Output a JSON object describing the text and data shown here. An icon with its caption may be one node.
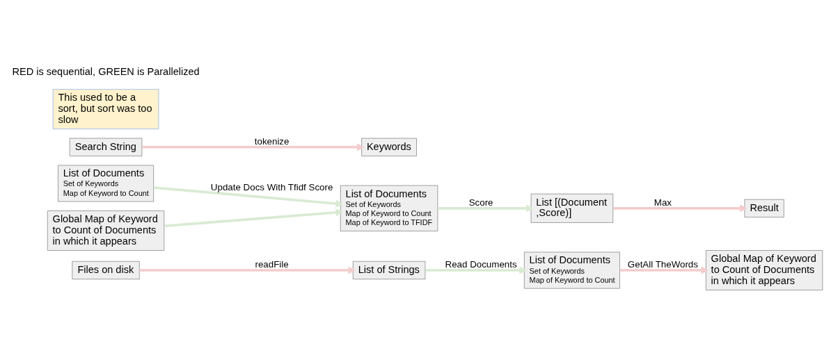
{
  "diagram": {
    "nodes": [
      {
        "text": [
          "Files on disk"
        ]
      },
      {
        "text": [
          "List of Strings"
        ]
      },
      {
        "text": [
          "List of Documents",
          "Set of Keywords",
          "Map of Keyword to Count"
        ]
      },
      {
        "text": [
          "Global Map of Keyword to Count of Documents in which it appears"
        ]
      },
      {
        "text": [
          "List of Documents",
          "Set of Keywords",
          "Map of Keyword to Count"
        ]
      },
      {
        "text": [
          "Global Map of Keyword to Count of Documents in which it appears"
        ]
      },
      {
        "text": [
          "List of Documents",
          "Set of Keywords",
          "Map of Keyword to Count",
          "Map of Keyword to TFIDF"
        ]
      },
      {
        "text": [
          "Search String"
        ]
      },
      {
        "text": [
          "Keywords"
        ]
      },
      {
        "text": [
          "List [(Document ,Score)]"
        ]
      },
      {
        "text": [
          "Result"
        ]
      },
      {
        "text": [
          "This used to be a sort, but sort was too slow"
        ]
      }
    ],
    "edges": [
      {
        "from": 0,
        "to": 1,
        "arrow": "to",
        "label": "readFile"
      },
      {
        "from": 1,
        "to": 2,
        "arrow": "to",
        "label": "Read Documents",
        "color": "#d9ead3"
      },
      {
        "from": 2,
        "to": 3,
        "arrow": "to",
        "label": "GetAll TheWords"
      },
      {
        "from": 4,
        "to": 6,
        "arrow": "to",
        "label": "Update Docs With Tfidf Score",
        "color": "#d9ead3"
      },
      {
        "from": 5,
        "to": 6,
        "arrow": "to",
        "color": "#d9ead3"
      },
      {
        "from": 7,
        "to": 8,
        "arrow": "to",
        "label": "tokenize"
      },
      {
        "from": 6,
        "to": 9,
        "arrow": "to",
        "label": "Score",
        "color": "#d9ead3"
      },
      {
        "from": 9,
        "to": 10,
        "arrow": "to",
        "label": "Max"
      }
    ],
    "labels": [
      "RED is sequential, GREEN is Parallelized"
    ]
  }
}
